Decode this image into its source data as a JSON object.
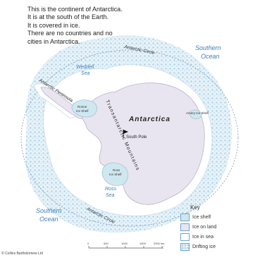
{
  "intro_lines": [
    "This is the continent of Antarctica.",
    "It is at the south of the Earth.",
    "It is covered in ice.",
    "There are no countries and no",
    "cities in Antarctica."
  ],
  "labels": {
    "continent": "Antarctica",
    "circle_top": "Antarctic Circle",
    "circle_bottom": "Antarctic Circle",
    "ocean_top_right_1": "Southern",
    "ocean_top_right_2": "Ocean",
    "ocean_bottom_left_1": "Southern",
    "ocean_bottom_left_2": "Ocean",
    "weddell_1": "Weddell",
    "weddell_2": "Sea",
    "ross_1": "Ross",
    "ross_2": "Sea",
    "peninsula": "Antarctic Peninsula",
    "mountains": "Transantarctic Mountains",
    "south_pole": "South Pole",
    "ronne_1": "Ronne",
    "ronne_2": "Ice Shelf",
    "ross_shelf_1": "Ross",
    "ross_shelf_2": "Ice Shelf",
    "amery": "Amery Ice Shelf"
  },
  "legend": {
    "title": "Key",
    "items": [
      {
        "label": "Ice shelf",
        "color": "#cfe7ee"
      },
      {
        "label": "Ice on land",
        "color": "#e9e5f0"
      },
      {
        "label": "Ice in sea",
        "color": "#ffffff"
      },
      {
        "label": "Drifting ice",
        "color": "#d6ebf5"
      }
    ]
  },
  "scale": {
    "ticks": [
      "0",
      "500",
      "1000",
      "1500",
      "2000 km"
    ]
  },
  "credit": "© Collins Bartholomew Ltd",
  "colors": {
    "ocean": "#ffffff",
    "land": "#e9e5f0",
    "ice_shelf": "#cfe7ee",
    "drift_ice": "#d6ebf5",
    "label_blue": "#3f7fb8",
    "circle_dash": "#7a9aae"
  }
}
